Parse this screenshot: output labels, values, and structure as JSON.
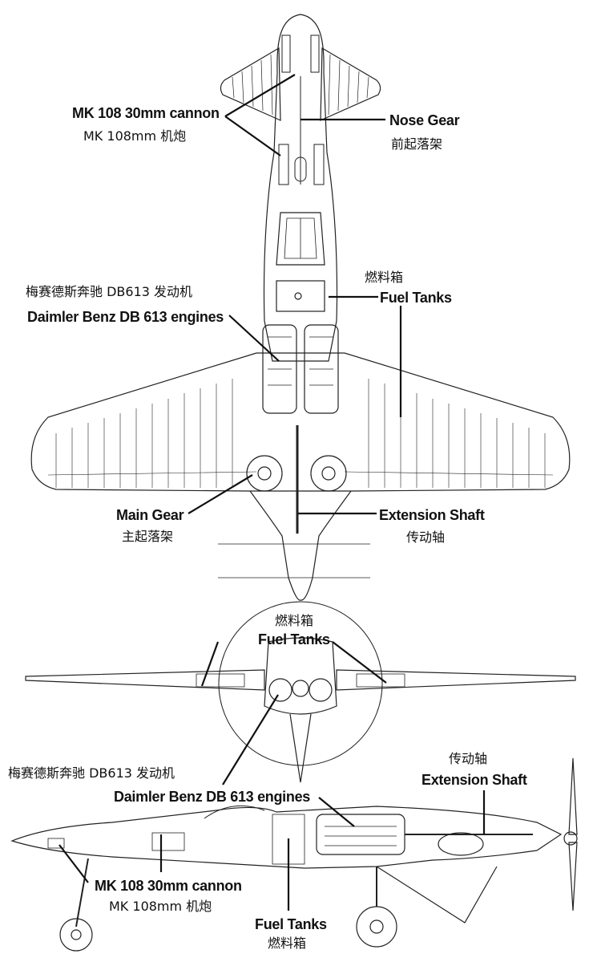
{
  "labels": {
    "top_cannon_en": "MK 108 30mm cannon",
    "top_cannon_zh": "MK 108mm 机炮",
    "nose_gear_en": "Nose Gear",
    "nose_gear_zh": "前起落架",
    "top_fuel_zh": "燃料箱",
    "top_fuel_en": "Fuel Tanks",
    "top_engine_zh": "梅赛德斯奔驰 DB613 发动机",
    "top_engine_en": "Daimler Benz DB 613 engines",
    "main_gear_en": "Main Gear",
    "main_gear_zh": "主起落架",
    "shaft_en": "Extension Shaft",
    "shaft_zh": "传动轴",
    "front_fuel_zh": "燃料箱",
    "front_fuel_en": "Fuel Tanks",
    "front_engine_zh": "梅赛德斯奔驰 DB613 发动机",
    "side_shaft_zh": "传动轴",
    "side_shaft_en": "Extension Shaft",
    "side_engine_en": "Daimler Benz DB 613 engines",
    "side_cannon_en": "MK 108 30mm cannon",
    "side_cannon_zh": "MK 108mm 机炮",
    "side_fuel_en": "Fuel Tanks",
    "side_fuel_zh": "燃料箱"
  }
}
